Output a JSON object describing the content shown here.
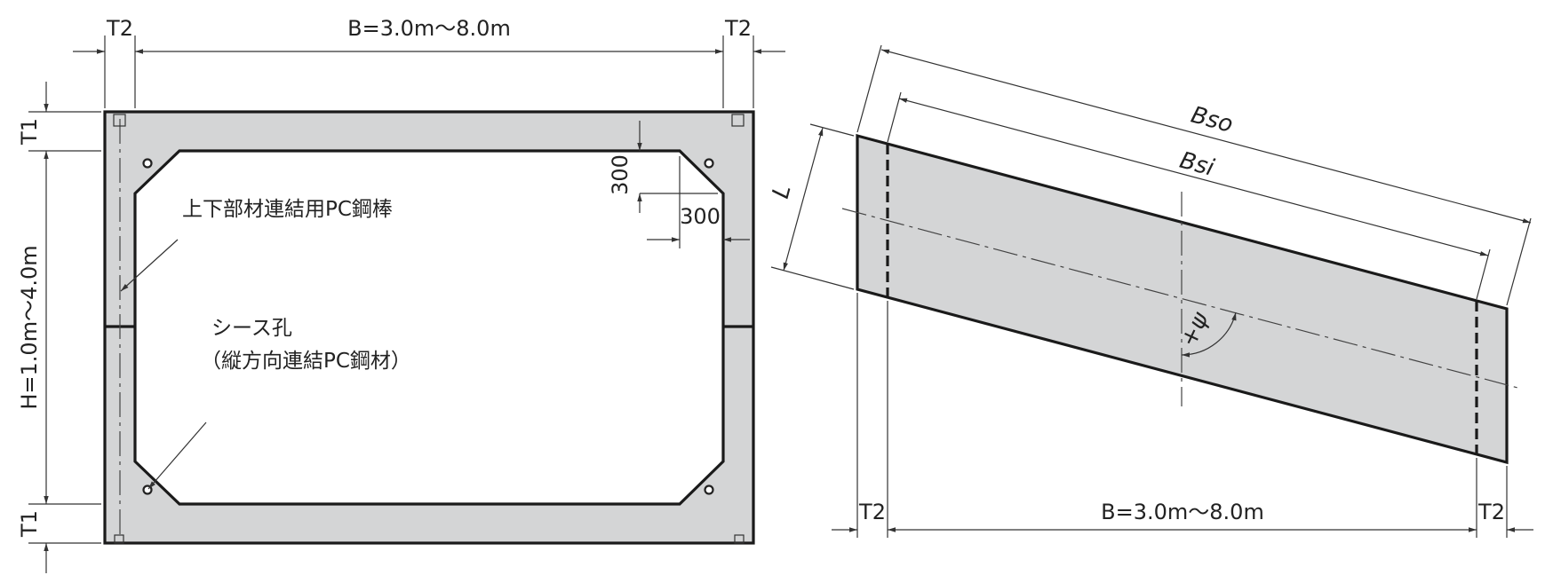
{
  "left_view": {
    "top_dims": {
      "t2_left": "T2",
      "b_range": "B=3.0m～8.0m",
      "t2_right": "T2"
    },
    "left_dims": {
      "t1_top": "T1",
      "h_range": "H=1.0m～4.0m",
      "t1_bottom": "T1"
    },
    "chamfer_v": "300",
    "chamfer_h": "300",
    "note_pc_bar": "上下部材連結用PC鋼棒",
    "note_sheath_1": "シース孔",
    "note_sheath_2": "（縦方向連結PC鋼材）"
  },
  "right_view": {
    "bso": "Bso",
    "bsi": "Bsi",
    "l": "L",
    "psi": "+ψ",
    "bottom_dims": {
      "t2_left": "T2",
      "b_range": "B=3.0m～8.0m",
      "t2_right": "T2"
    }
  },
  "colors": {
    "fill": "#d4d5d6",
    "line": "#1a1a1a"
  }
}
